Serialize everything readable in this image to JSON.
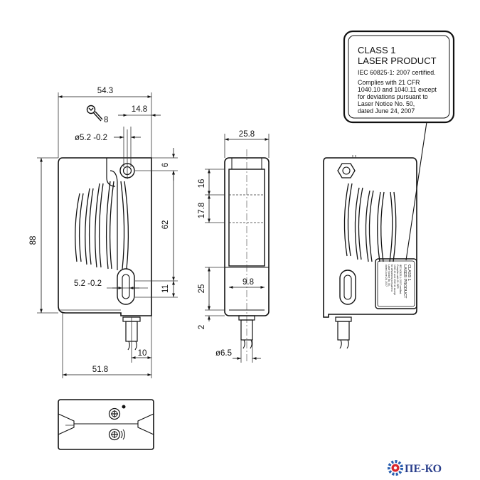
{
  "dimensions": {
    "width_overall": "54.3",
    "width_to_hole": "14.8",
    "wrench_size": "8",
    "hole_top": "ø5.2 -0.2",
    "height_overall": "88",
    "hole_spacing": "62",
    "top_offset": "6",
    "slot_width": "5.2 -0.2",
    "slot_height": "11",
    "cable_offset": "10",
    "base_width": "51.8",
    "side_width": "25.8",
    "side_16": "16",
    "side_17_8": "17.8",
    "side_25": "25",
    "side_9_8": "9.8",
    "side_2": "2",
    "cable_dia": "ø6.5"
  },
  "laser_label": {
    "line1": "CLASS 1",
    "line2": "LASER PRODUCT",
    "line3": "IEC 60825-1: 2007 certified.",
    "line4": "Complies with 21 CFR",
    "line5": "1040.10 and 1040.11 except",
    "line6": "for deviations pursuant to",
    "line7": "Laser Notice No. 50,",
    "line8": "dated June 24, 2007"
  },
  "logo": {
    "text": "ПЕ-КО",
    "colors": {
      "text": "#2a3f8c",
      "gear_red": "#d9262b",
      "gear_blue": "#2a5fb0"
    }
  },
  "icons": {
    "wrench": "wrench-icon",
    "focus_top": "focus-adjust-icon",
    "focus_bottom": "sensitivity-adjust-icon"
  }
}
